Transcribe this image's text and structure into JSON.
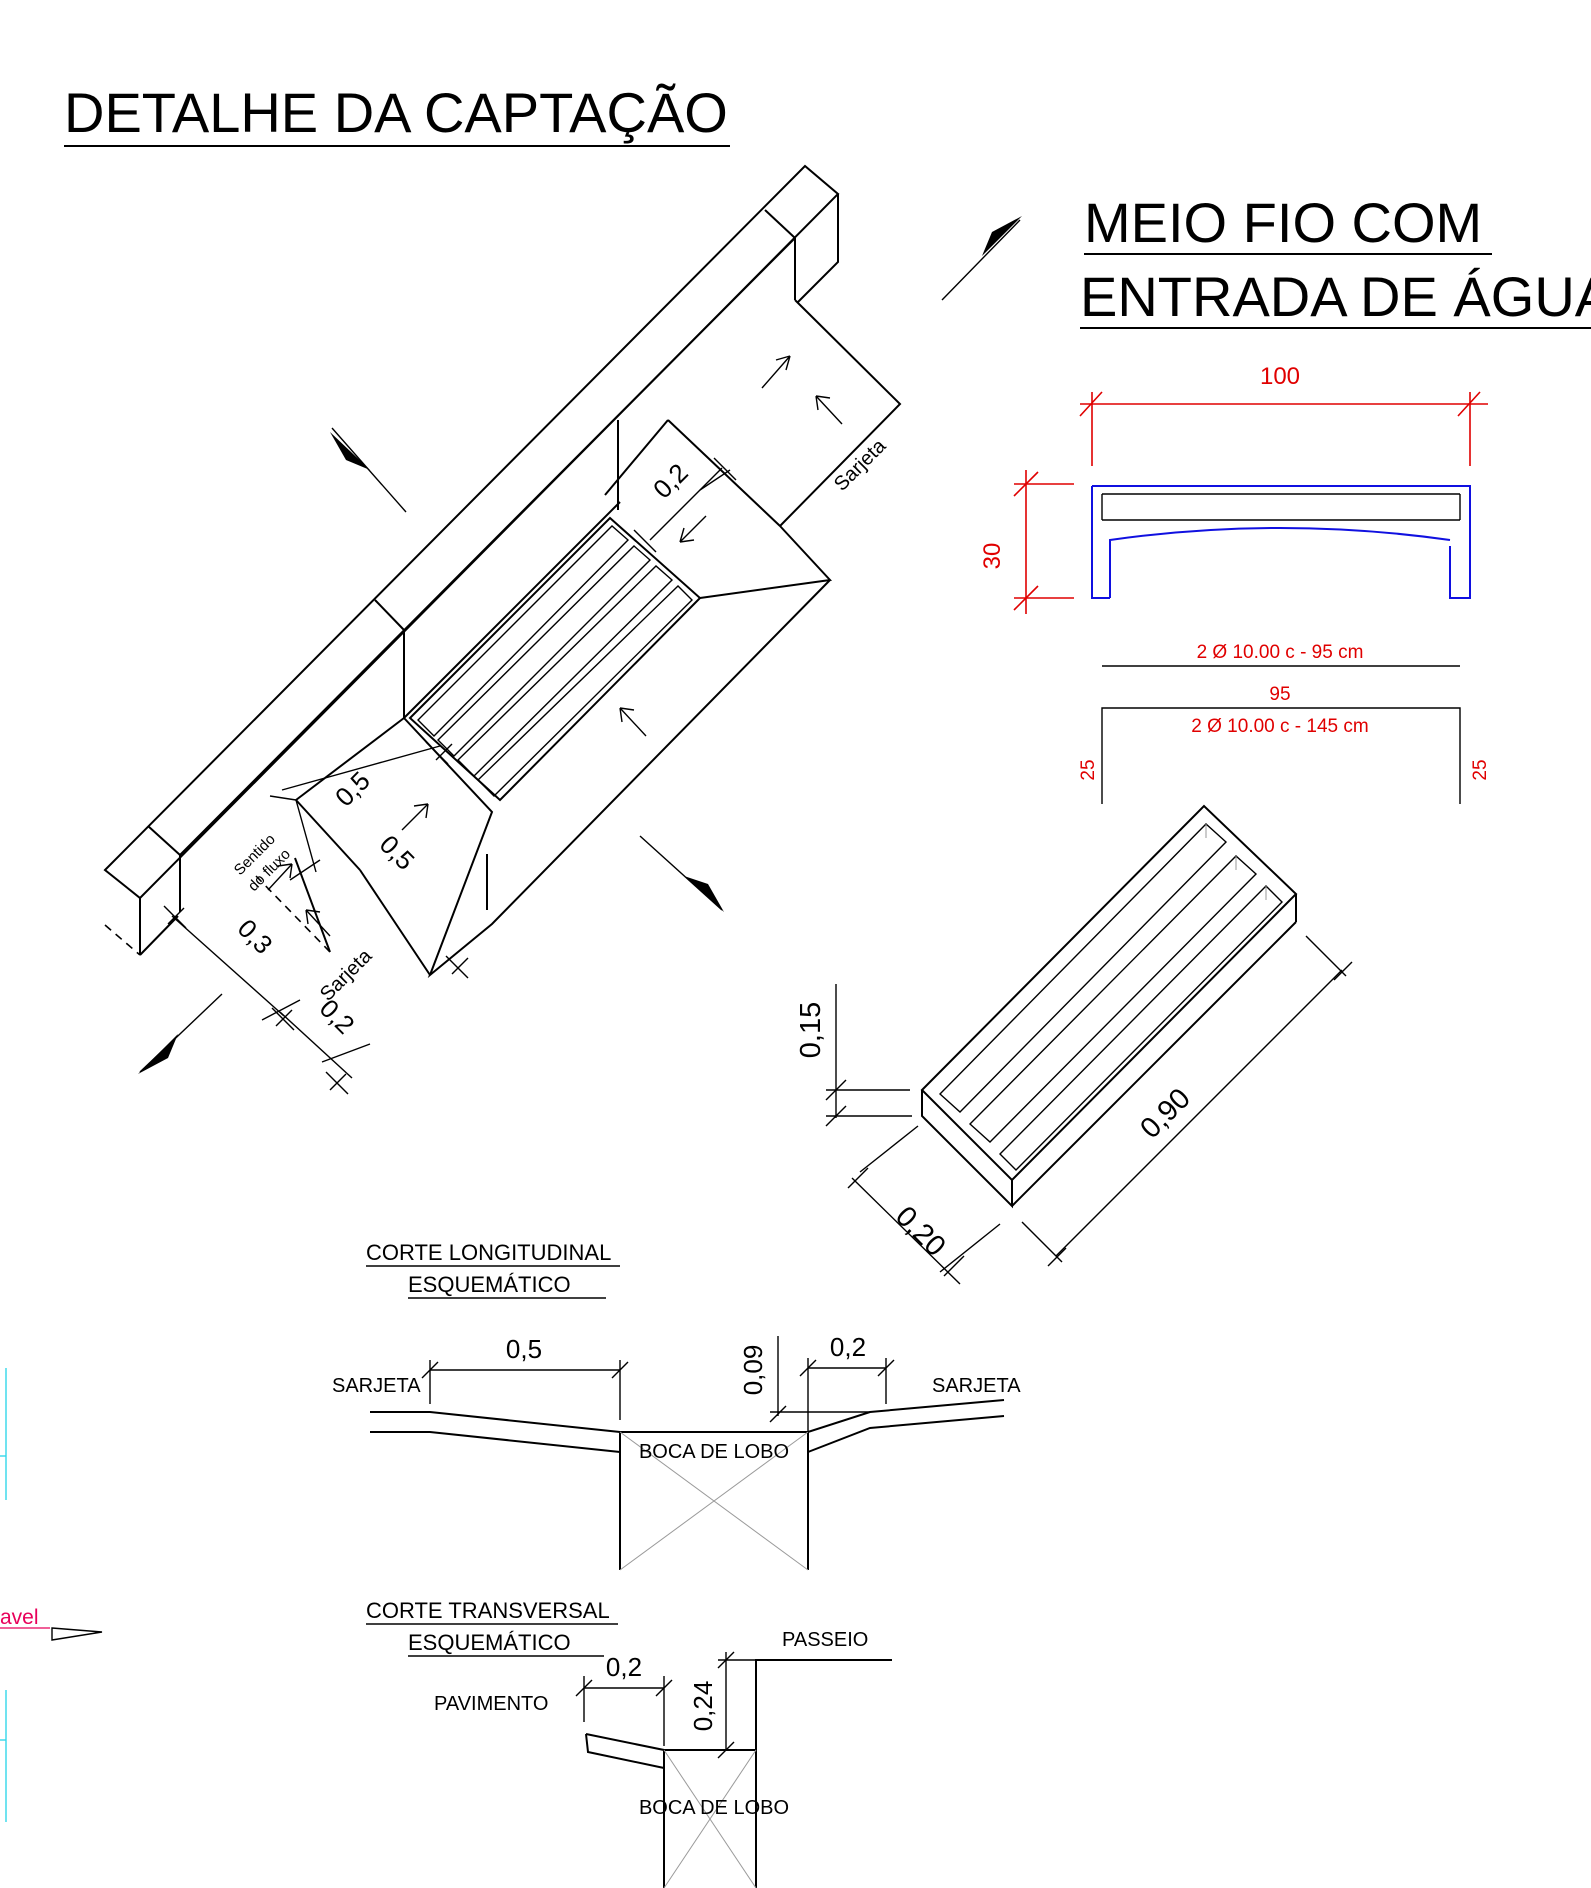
{
  "titles": {
    "main": "DETALHE DA CAPTAÇÃO",
    "meio_fio_line1": "MEIO FIO COM",
    "meio_fio_line2": "ENTRADA DE ÁGUA"
  },
  "iso_drawing": {
    "sarjeta_top": "Sarjeta",
    "sarjeta_bottom": "Sarjeta",
    "flow_line1": "Sentido",
    "flow_line2": "do fluxo",
    "dim_0_2_top": "0,2",
    "dim_0_5_a": "0,5",
    "dim_0_5_b": "0,5",
    "dim_0_3": "0,3",
    "dim_0_2_bottom": "0,2"
  },
  "meio_fio": {
    "dim_width": "100",
    "dim_height": "30",
    "rebar_1": "2 Ø 10.00 c - 95 cm",
    "rebar_1_length": "95",
    "rebar_2": "2 Ø 10.00 c - 145 cm",
    "rebar_2_left": "25",
    "rebar_2_right": "25",
    "colors": {
      "dimension": "#e00000",
      "section": "#1010e0"
    }
  },
  "grate": {
    "dim_height": "0,15",
    "dim_width": "0,20",
    "dim_length": "0,90"
  },
  "corte_longitudinal": {
    "title": "CORTE LONGITUDINAL",
    "subtitle": "ESQUEMÁTICO",
    "label_left": "SARJETA",
    "label_right": "SARJETA",
    "label_center": "BOCA DE LOBO",
    "dim_0_5": "0,5",
    "dim_0_2": "0,2",
    "dim_0_09": "0,09"
  },
  "corte_transversal": {
    "title": "CORTE TRANSVERSAL",
    "subtitle": "ESQUEMÁTICO",
    "label_passeio": "PASSEIO",
    "label_pavimento": "PAVIMENTO",
    "label_center": "BOCA DE LOBO",
    "dim_0_2": "0,2",
    "dim_0_24": "0,24"
  },
  "left_edge": {
    "fragment_text": "avel"
  }
}
